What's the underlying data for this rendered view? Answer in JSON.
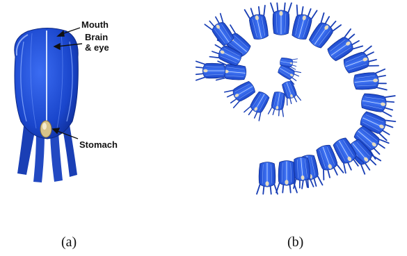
{
  "panel_a": {
    "label": "(a)",
    "annotations": {
      "mouth": "Mouth",
      "brain_line1": "Brain",
      "brain_line2": "& eye",
      "stomach": "Stomach"
    }
  },
  "panel_b": {
    "label": "(b)",
    "specimen_count": 28
  },
  "colors": {
    "body_blue": "#1f4fd6",
    "body_light": "#6f98ff",
    "stomach": "#d9c48a",
    "arrow": "#111111"
  }
}
